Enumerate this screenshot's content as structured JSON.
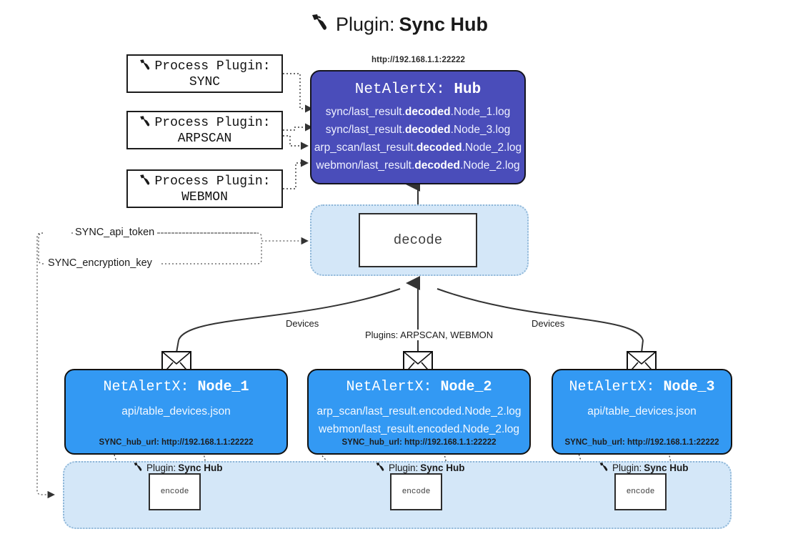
{
  "title": {
    "prefix": "Plugin: ",
    "name": "Sync Hub",
    "icon": "plug-icon"
  },
  "process_plugins": [
    {
      "caption": "Process Plugin:",
      "name": "SYNC",
      "icon": "plug-icon"
    },
    {
      "caption": "Process Plugin:",
      "name": "ARPSCAN",
      "icon": "plug-icon"
    },
    {
      "caption": "Process Plugin:",
      "name": "WEBMON",
      "icon": "plug-icon"
    }
  ],
  "hub": {
    "url": "http://192.168.1.1:22222",
    "title_prefix": "NetAlertX: ",
    "title_name": "Hub",
    "logs": [
      {
        "pre": "sync/last_result.",
        "mid": "decoded",
        "post": ".Node_1.log"
      },
      {
        "pre": "sync/last_result.",
        "mid": "decoded",
        "post": ".Node_3.log"
      },
      {
        "pre": "arp_scan/last_result.",
        "mid": "decoded",
        "post": ".Node_2.log"
      },
      {
        "pre": "webmon/last_result.",
        "mid": "decoded",
        "post": ".Node_2.log"
      }
    ]
  },
  "decode": {
    "label": "decode"
  },
  "settings": {
    "api_token": "SYNC_api_token",
    "encryption_key": "SYNC_encryption_key"
  },
  "edges": {
    "devices_left": "Devices",
    "devices_right": "Devices",
    "plugins_middle": "Plugins: ARPSCAN, WEBMON"
  },
  "nodes": [
    {
      "title_prefix": "NetAlertX: ",
      "title_name": "Node_1",
      "lines": [
        "api/table_devices.json"
      ],
      "hub_url_label": "SYNC_hub_url: http://192.168.1.1:22222",
      "envelope_icon": "envelope-icon"
    },
    {
      "title_prefix": "NetAlertX: ",
      "title_name": "Node_2",
      "lines": [
        "arp_scan/last_result.encoded.Node_2.log",
        "webmon/last_result.encoded.Node_2.log"
      ],
      "hub_url_label": "SYNC_hub_url: http://192.168.1.1:22222",
      "envelope_icon": "envelope-icon"
    },
    {
      "title_prefix": "NetAlertX: ",
      "title_name": "Node_3",
      "lines": [
        "api/table_devices.json"
      ],
      "hub_url_label": "SYNC_hub_url: http://192.168.1.1:22222",
      "envelope_icon": "envelope-icon"
    }
  ],
  "encoders": [
    {
      "plugin_prefix": "Plugin: ",
      "plugin_name": "Sync Hub",
      "box_label": "encode",
      "icon": "plug-icon"
    },
    {
      "plugin_prefix": "Plugin: ",
      "plugin_name": "Sync Hub",
      "box_label": "encode",
      "icon": "plug-icon"
    },
    {
      "plugin_prefix": "Plugin: ",
      "plugin_name": "Sync Hub",
      "box_label": "encode",
      "icon": "plug-icon"
    }
  ],
  "colors": {
    "hub_fill": "#4a4dba",
    "node_fill": "#3399f3",
    "band_fill": "#d4e7f8",
    "band_border": "#8fb7d8",
    "stroke": "#2d2d2d"
  }
}
